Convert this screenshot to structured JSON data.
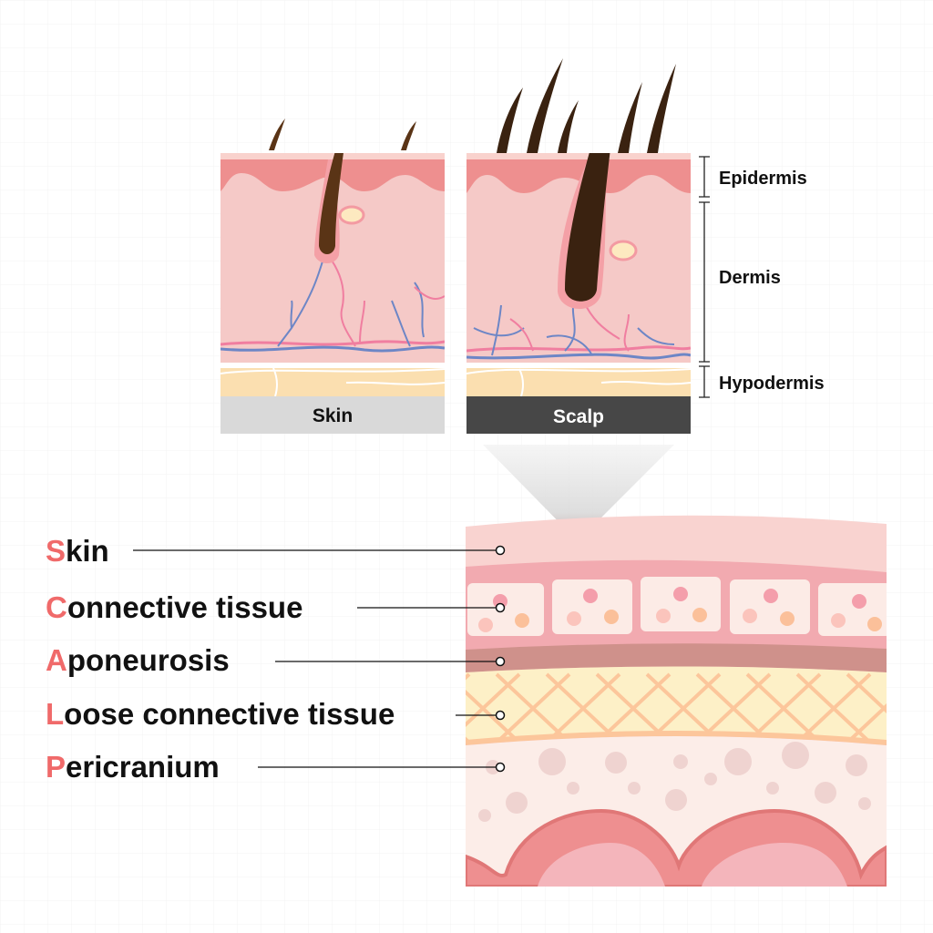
{
  "panels": {
    "skin_caption": "Skin",
    "scalp_caption": "Scalp"
  },
  "layers": {
    "epidermis": "Epidermis",
    "dermis": "Dermis",
    "hypodermis": "Hypodermis"
  },
  "scalp_layers": [
    {
      "initial": "S",
      "rest": "kin"
    },
    {
      "initial": "C",
      "rest": "onnective tissue"
    },
    {
      "initial": "A",
      "rest": "poneurosis"
    },
    {
      "initial": "L",
      "rest": "oose connective tissue"
    },
    {
      "initial": "P",
      "rest": "ericranium"
    }
  ],
  "colors": {
    "accent": "#f06a6a",
    "text": "#111111"
  }
}
